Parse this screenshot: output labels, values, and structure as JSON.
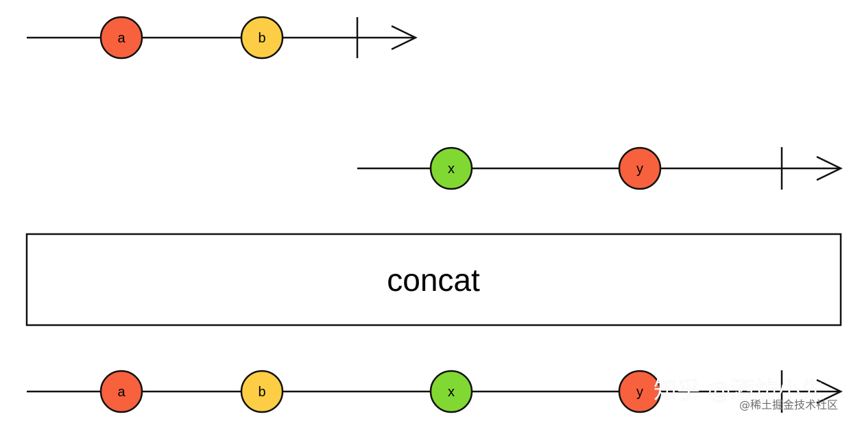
{
  "colors": {
    "line": "#111111",
    "box_border": "#111111",
    "watermark_main": "#ffffff",
    "watermark_sub": "#6f6f6f"
  },
  "streams": [
    {
      "id": "source-a",
      "marbles": [
        {
          "label": "a",
          "color": "#f8613d"
        },
        {
          "label": "b",
          "color": "#fdce45"
        }
      ]
    },
    {
      "id": "source-b",
      "marbles": [
        {
          "label": "x",
          "color": "#82d833"
        },
        {
          "label": "y",
          "color": "#f8613d"
        }
      ]
    },
    {
      "id": "result",
      "marbles": [
        {
          "label": "a",
          "color": "#f8613d"
        },
        {
          "label": "b",
          "color": "#fdce45"
        },
        {
          "label": "x",
          "color": "#82d833"
        },
        {
          "label": "y",
          "color": "#f8613d"
        }
      ]
    }
  ],
  "operator": {
    "label": "concat"
  },
  "watermark": {
    "main": "知乎 @酒坊小先",
    "sub": "@稀土掘金技术社区"
  }
}
